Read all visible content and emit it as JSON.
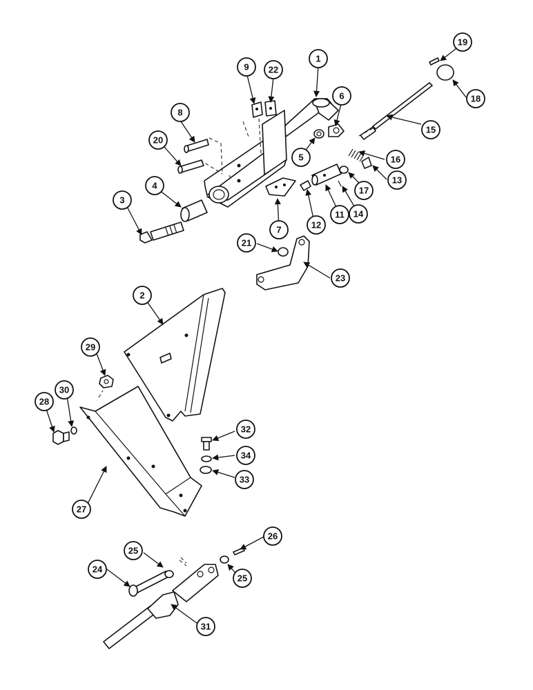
{
  "callouts": [
    "1",
    "2",
    "3",
    "4",
    "5",
    "6",
    "7",
    "8",
    "9",
    "11",
    "12",
    "13",
    "14",
    "15",
    "16",
    "17",
    "18",
    "19",
    "20",
    "21",
    "22",
    "23",
    "24",
    "25",
    "25",
    "26",
    "27",
    "28",
    "29",
    "30",
    "31",
    "32",
    "33",
    "34"
  ]
}
